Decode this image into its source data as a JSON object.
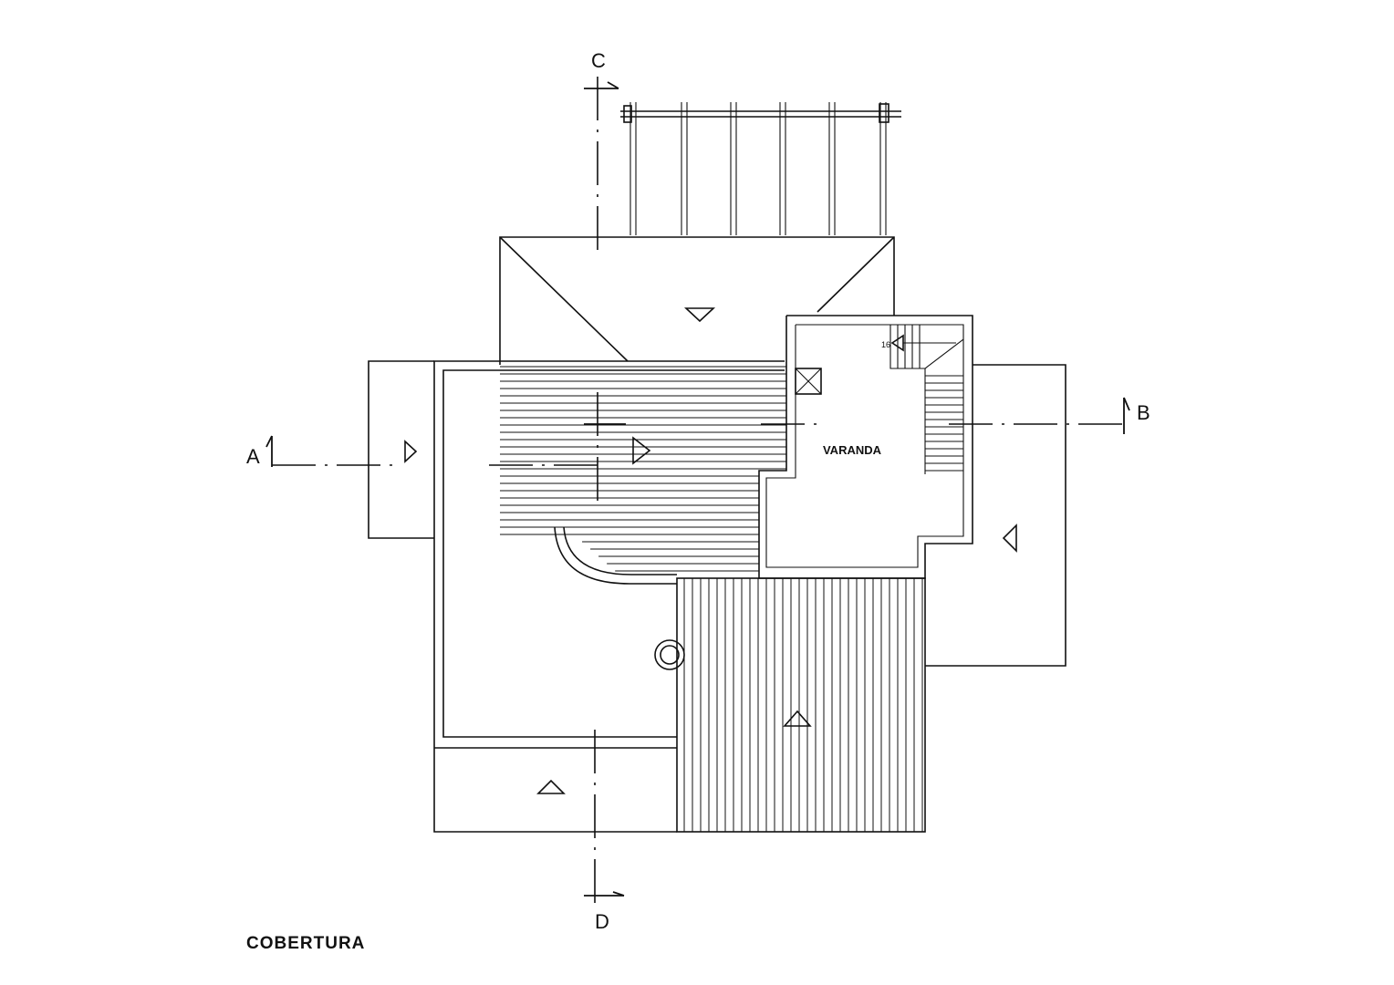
{
  "drawing": {
    "title": "COBERTURA",
    "room_label": "VARANDA",
    "stair_mark": "16",
    "section_labels": {
      "a": "A",
      "b": "B",
      "c": "C",
      "d": "D"
    }
  },
  "colors": {
    "line": "#111111",
    "paper": "#ffffff"
  }
}
